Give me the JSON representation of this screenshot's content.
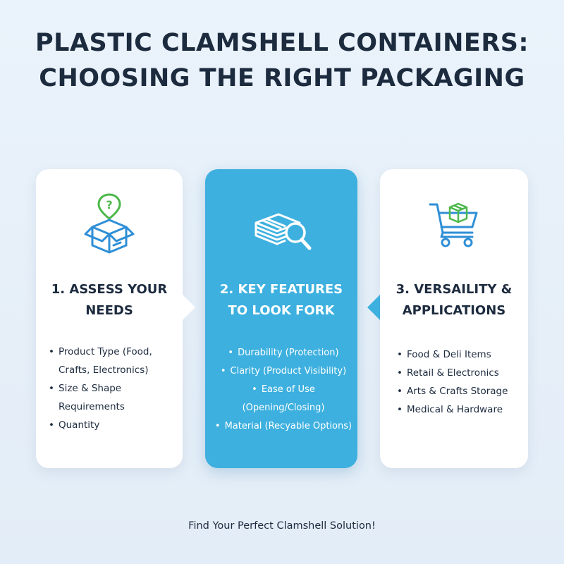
{
  "title": {
    "line1": "PLASTIC CLAMSHELL CONTAINERS:",
    "line2": "CHOOSING THE RIGHT PACKAGING"
  },
  "cards": [
    {
      "icon": "box-question-icon",
      "title_line1": "1. ASSESS YOUR",
      "title_line2": "NEEDS",
      "bullets": [
        {
          "text": "Product Type (Food,",
          "cont": "Crafts, Electronics)"
        },
        {
          "text": "Size & Shape Requirements"
        },
        {
          "text": "Quantity"
        }
      ]
    },
    {
      "icon": "layers-magnifier-icon",
      "title_line1": "2. KEY FEATURES",
      "title_line2": "TO LOOK FORK",
      "bullets": [
        {
          "text": "Durability (Protection)"
        },
        {
          "text": "Clarity (Product Visibility)"
        },
        {
          "text": "Ease of Use (Opening/Closing)"
        },
        {
          "text": "Material (Recyable Options)"
        }
      ]
    },
    {
      "icon": "cart-box-icon",
      "title_line1": "3. VERSAILITY &",
      "title_line2": "APPLICATIONS",
      "bullets": [
        {
          "text": "Food & Deli Items"
        },
        {
          "text": "Retail & Electronics"
        },
        {
          "text": "Arts & Crafts Storage"
        },
        {
          "text": "Medical & Hardware"
        }
      ]
    }
  ],
  "footer": "Find Your Perfect Clamshell Solution!",
  "colors": {
    "background": "#e8f1fa",
    "title": "#1d2b3f",
    "accent": "#3db0df",
    "icon_blue": "#2f8fd6",
    "icon_green": "#4cb84a"
  }
}
